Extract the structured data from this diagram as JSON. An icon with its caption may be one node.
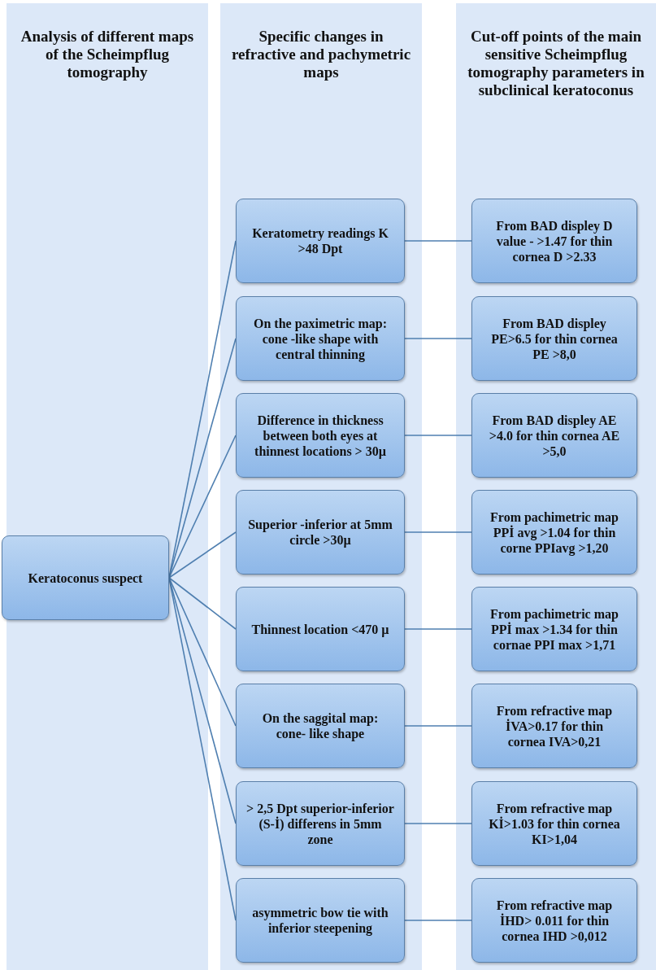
{
  "diagram": {
    "nodes": [
      {
        "text": [
          "Analysis  of different maps of the Scheimpflug tomography"
        ]
      },
      {
        "text": [
          "Keratoconus suspect"
        ],
        "in": 0
      },
      {
        "text": [
          "Specific changes in refractive and pachymetric maps"
        ]
      },
      {
        "text": [
          "Keratometry readings K >48 Dpt"
        ],
        "in": 2
      },
      {
        "text": [
          "On the paximetric map: cone -like shape with central thinning"
        ],
        "in": 2
      },
      {
        "text": [
          "Difference in thickness between both eyes at thinnest locations > 30µ"
        ],
        "in": 2
      },
      {
        "text": [
          "Superior -inferior at 5mm circle >30µ"
        ],
        "in": 2
      },
      {
        "text": [
          "Thinnest location <470 µ"
        ],
        "in": 2
      },
      {
        "text": [
          "On the saggital map: cone- like shape"
        ],
        "in": 2
      },
      {
        "text": [
          "> 2,5 Dpt superior-inferior (S-İ) differens in  5mm zone"
        ],
        "in": 2
      },
      {
        "text": [
          "asymmetric bow tie with inferior steepening"
        ],
        "in": 2
      },
      {
        "text": [
          "Cut-off points of the main sensitive Scheimpflug tomography parameters in subclinical keratoconus"
        ]
      },
      {
        "text": [
          "From BAD displey D value - >1.47 for thin cornea D >2.33"
        ],
        "in": 11
      },
      {
        "text": [
          "From BAD displey PE>6.5 for thin cornea PE >8,0"
        ],
        "in": 11
      },
      {
        "text": [
          "From BAD  displey AE >4.0 for  thin cornea AE >5,0"
        ],
        "in": 11
      },
      {
        "text": [
          "From pachimetric map PPİ avg >1.04 for thin corne PPIavg >1,20"
        ],
        "in": 11
      },
      {
        "text": [
          "From pachimetric map PPİ max >1.34 for  thin cornae PPI max >1,71"
        ],
        "in": 11
      },
      {
        "text": [
          "From refractive map İVA>0.17 for thin cornea IVA>0,21"
        ],
        "in": 11
      },
      {
        "text": [
          "From refractive map Kİ>1.03 for thin cornea KI>1,04"
        ],
        "in": 11
      },
      {
        "text": [
          "From refractive map İHD> 0.011 for thin cornea IHD >0,012"
        ],
        "in": 11
      }
    ],
    "edges": [
      {
        "from": 1,
        "to": 3,
        "arrow": "none"
      },
      {
        "from": 1,
        "to": 4,
        "arrow": "none"
      },
      {
        "from": 1,
        "to": 5,
        "arrow": "none"
      },
      {
        "from": 1,
        "to": 6,
        "arrow": "none"
      },
      {
        "from": 1,
        "to": 7,
        "arrow": "none"
      },
      {
        "from": 1,
        "to": 8,
        "arrow": "none"
      },
      {
        "from": 1,
        "to": 9,
        "arrow": "none"
      },
      {
        "from": 1,
        "to": 10,
        "arrow": "none"
      },
      {
        "from": 3,
        "to": 12,
        "arrow": "none"
      },
      {
        "from": 4,
        "to": 13,
        "arrow": "none"
      },
      {
        "from": 5,
        "to": 14,
        "arrow": "none"
      },
      {
        "from": 6,
        "to": 15,
        "arrow": "none"
      },
      {
        "from": 7,
        "to": 16,
        "arrow": "none"
      },
      {
        "from": 8,
        "to": 17,
        "arrow": "none"
      },
      {
        "from": 9,
        "to": 18,
        "arrow": "none"
      },
      {
        "from": 10,
        "to": 19,
        "arrow": "none"
      }
    ]
  }
}
